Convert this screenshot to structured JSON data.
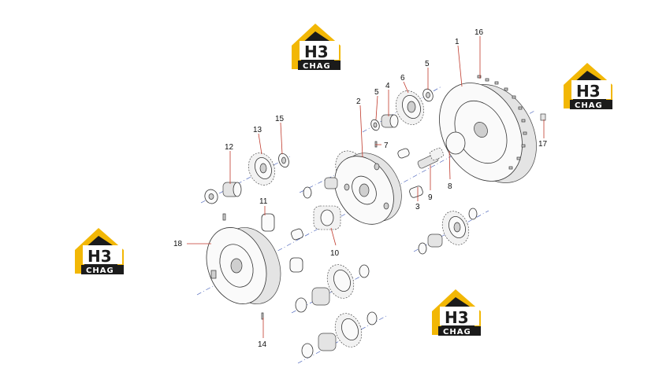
{
  "logos": [
    {
      "letters": "H3",
      "caption": "CHAG",
      "pos": "top-center"
    },
    {
      "letters": "H3",
      "caption": "CHAG",
      "pos": "top-right"
    },
    {
      "letters": "H3",
      "caption": "CHAG",
      "pos": "middle-left"
    },
    {
      "letters": "H3",
      "caption": "CHAG",
      "pos": "bottom-center"
    }
  ],
  "callouts": {
    "c1": "1",
    "c2": "2",
    "c3": "3",
    "c4": "4",
    "c5a": "5",
    "c5b": "5",
    "c6": "6",
    "c7": "7",
    "c8": "8",
    "c9": "9",
    "c10": "10",
    "c11": "11",
    "c12": "12",
    "c13": "13",
    "c14": "14",
    "c15": "15",
    "c16": "16",
    "c17": "17",
    "c18": "18"
  },
  "colors": {
    "logo_yellow": "#f2b705",
    "logo_black": "#1b1b1b",
    "leader": "#c0392b",
    "axis": "#3a55b5"
  }
}
